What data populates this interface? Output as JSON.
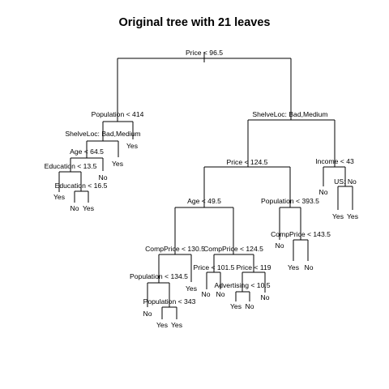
{
  "title": "Original tree with 21 leaves",
  "splits": {
    "root": "Price < 96.5",
    "population_414": "Population < 414",
    "shelveloc_left": "ShelveLoc: Bad,Medium",
    "age_64": "Age < 64.5",
    "education_13": "Education < 13.5",
    "education_16": "Education < 16.5",
    "shelveloc_right": "ShelveLoc: Bad,Medium",
    "price_124": "Price < 124.5",
    "income_43": "Income < 43",
    "us": "US: No",
    "age_49": "Age < 49.5",
    "population_393": "Population < 393.5",
    "compprice_143": "CompPrice < 143.5",
    "compprice_130": "CompPrice < 130.5",
    "compprice_124": "CompPrice < 124.5",
    "population_134": "Population < 134.5",
    "population_343": "Population < 343",
    "price_101": "Price < 101.5",
    "price_119": "Price < 119",
    "advertising_10": "Advertising < 10.5"
  },
  "leaves": {
    "l1": "Yes",
    "l2": "No",
    "l3": "Yes",
    "l4": "Yes",
    "l5": "Yes",
    "l6": "No",
    "l7": "Yes",
    "l8": "No",
    "l9": "Yes",
    "l10": "Yes",
    "l11": "No",
    "l12": "No",
    "l13": "Yes",
    "l14": "No",
    "l15": "No",
    "l16": "No",
    "l17": "Yes",
    "l18": "No",
    "l19": "No",
    "l20": "Yes",
    "l21": "Yes"
  }
}
